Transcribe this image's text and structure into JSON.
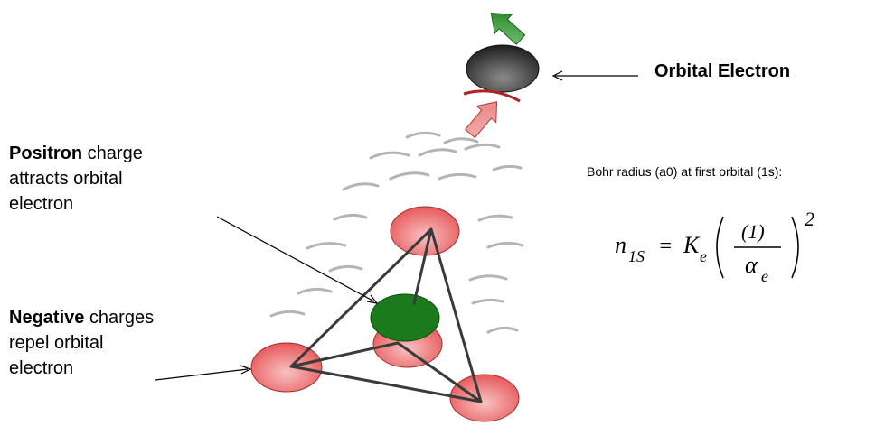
{
  "labels": {
    "orbital_electron": "Orbital Electron",
    "positron_bold": "Positron",
    "positron_line1_rest": " charge",
    "positron_line2": "attracts orbital",
    "positron_line3": "electron",
    "negative_bold": "Negative",
    "negative_line1_rest": " charges",
    "negative_line2": "repel orbital",
    "negative_line3": "electron",
    "bohr_radius": "Bohr radius (a0) at first orbital (1s):"
  },
  "equation": {
    "lhs_symbol": "n",
    "lhs_subscript": "1S",
    "equals": "=",
    "k_symbol": "K",
    "k_subscript": "e",
    "numerator": "(1)",
    "den_symbol": "α",
    "den_subscript": "e",
    "exponent": "2"
  },
  "colors": {
    "red_particle": "#e8585a",
    "red_particle_light": "#f7c2c2",
    "green_particle": "#1b7a1b",
    "electron_dark": "#2a2a2a",
    "green_arrow": "#2e8b2e",
    "pink_arrow": "#f19a9a",
    "wave_gray": "#b4b4b4",
    "edge": "#3a3a3a"
  }
}
